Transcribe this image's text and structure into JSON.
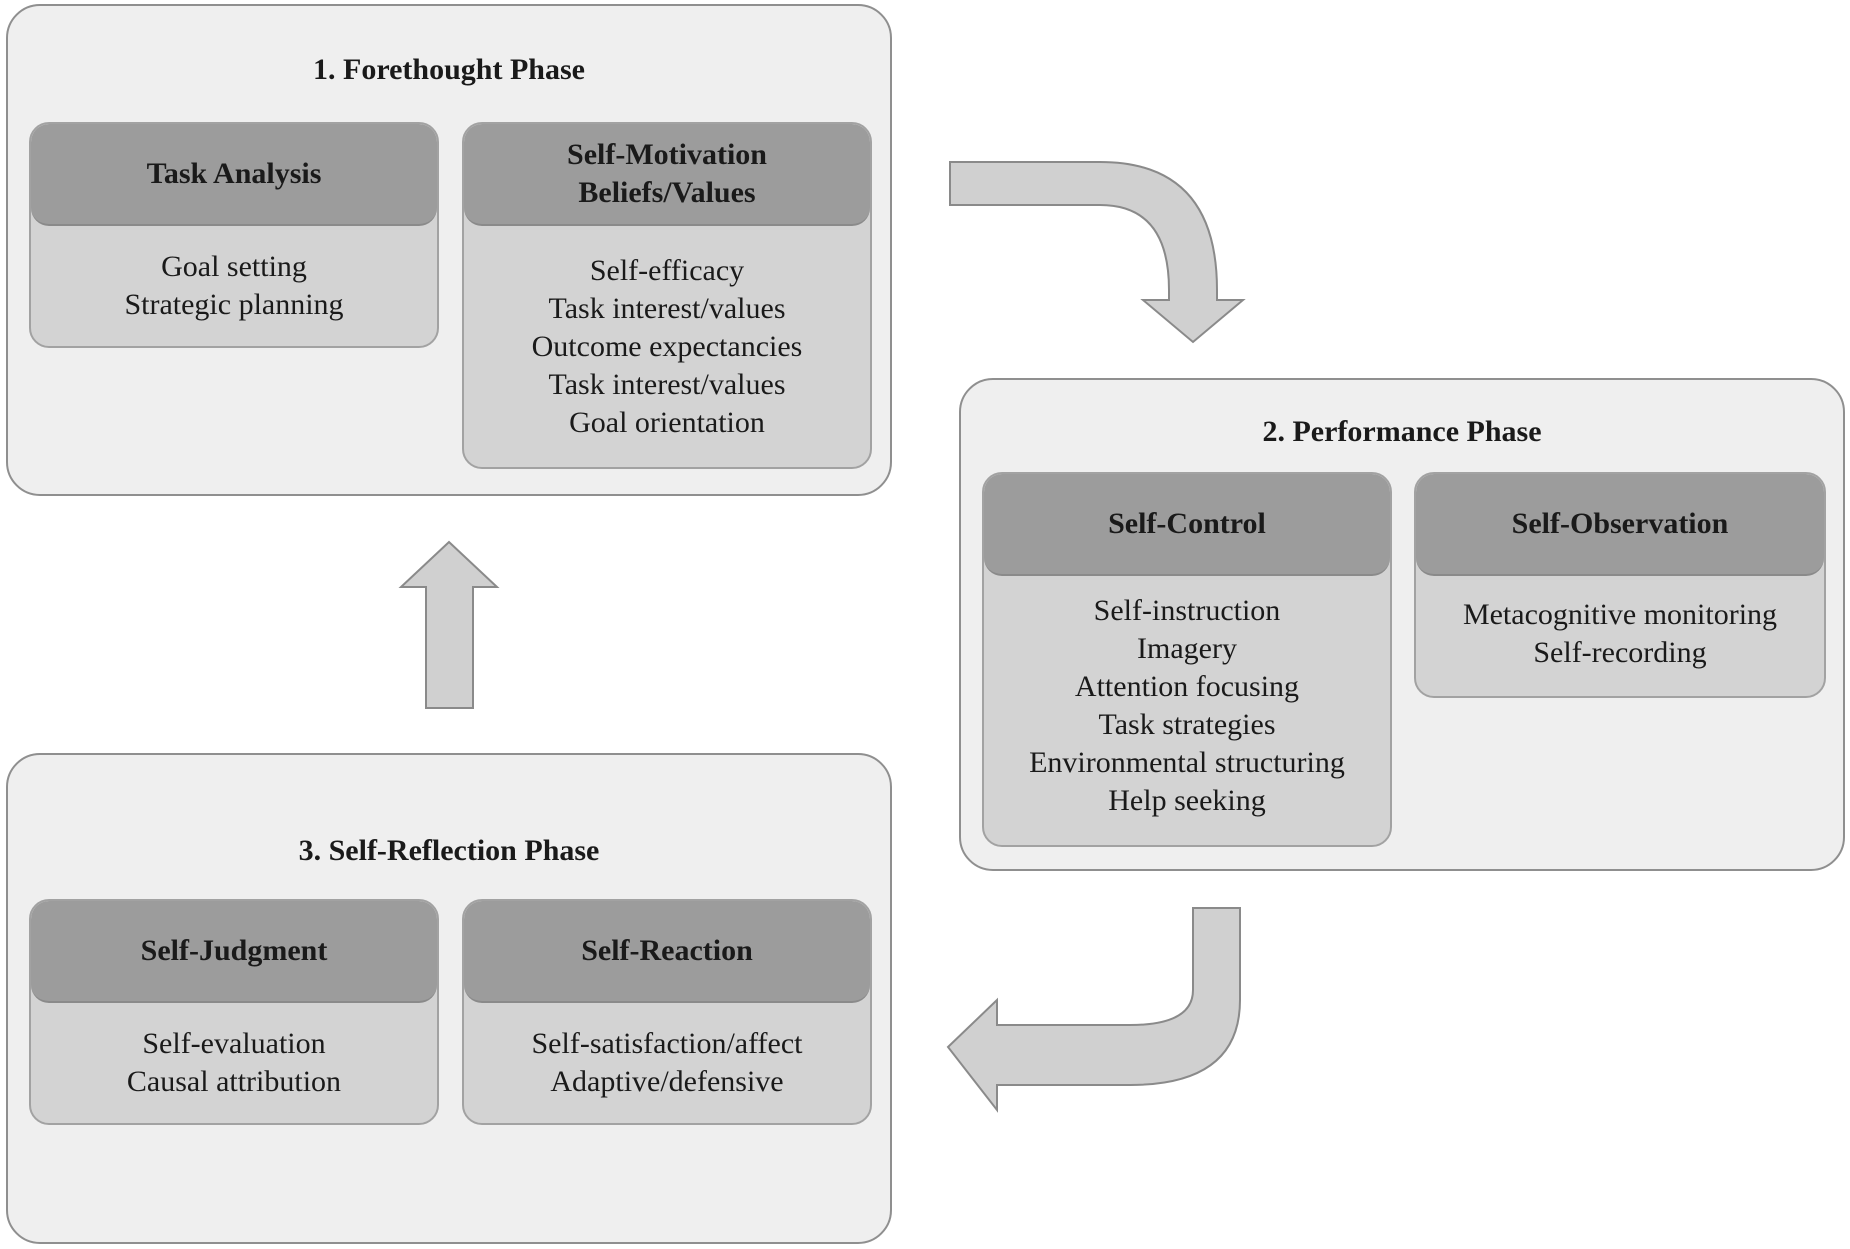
{
  "phases": {
    "forethought": {
      "title": "1. Forethought Phase",
      "task_analysis": {
        "title": "Task Analysis",
        "items": [
          "Goal setting",
          "Strategic planning"
        ]
      },
      "self_motivation": {
        "title_line1": "Self-Motivation",
        "title_line2": "Beliefs/Values",
        "items": [
          "Self-efficacy",
          "Task interest/values",
          "Outcome expectancies",
          "Task interest/values",
          "Goal orientation"
        ]
      }
    },
    "performance": {
      "title": "2. Performance Phase",
      "self_control": {
        "title": "Self-Control",
        "items": [
          "Self-instruction",
          "Imagery",
          "Attention focusing",
          "Task strategies",
          "Environmental structuring",
          "Help seeking"
        ]
      },
      "self_observation": {
        "title": "Self-Observation",
        "items": [
          "Metacognitive monitoring",
          "Self-recording"
        ]
      }
    },
    "self_reflection": {
      "title": "3. Self-Reflection Phase",
      "self_judgment": {
        "title": "Self-Judgment",
        "items": [
          "Self-evaluation",
          "Causal attribution"
        ]
      },
      "self_reaction": {
        "title": "Self-Reaction",
        "items": [
          "Self-satisfaction/affect",
          "Adaptive/defensive"
        ]
      }
    }
  },
  "colors": {
    "phase_fill": "#efefef",
    "card_fill": "#d3d3d3",
    "card_header": "#9c9c9c",
    "arrow_fill": "#d0d0d0"
  }
}
